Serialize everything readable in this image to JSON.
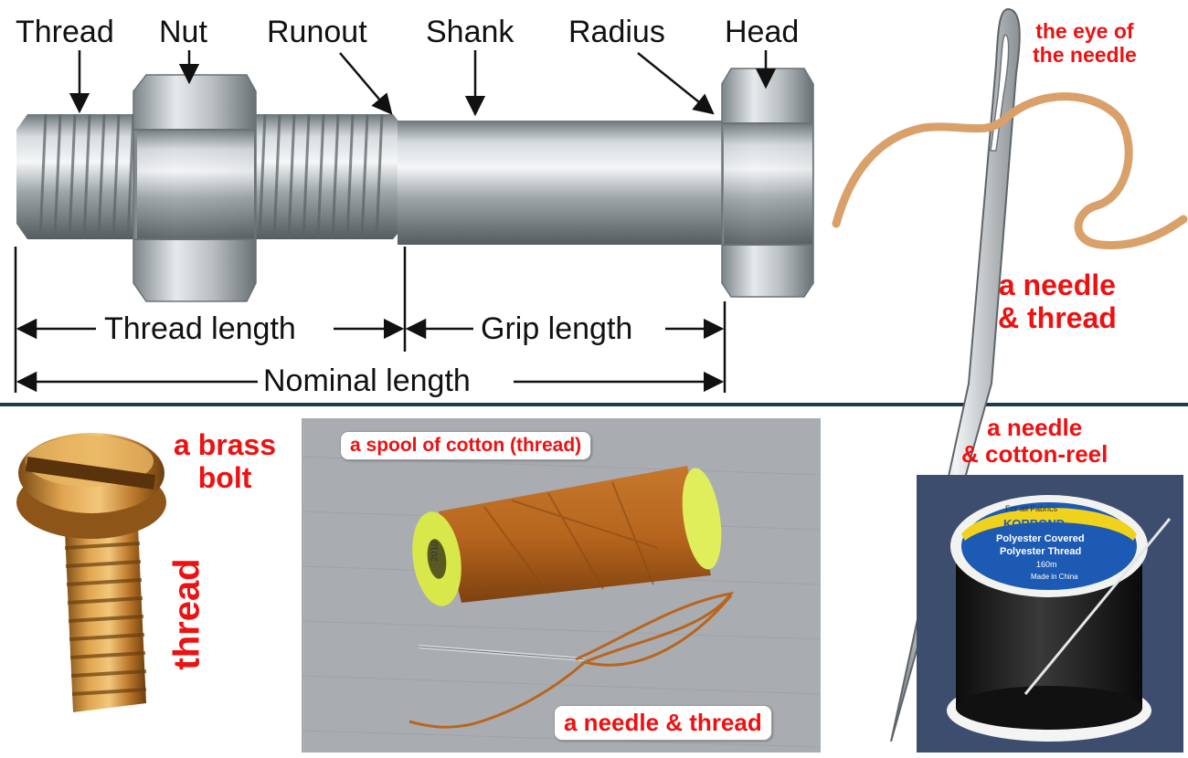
{
  "bolt_diagram": {
    "part_labels": {
      "thread": "Thread",
      "nut": "Nut",
      "runout": "Runout",
      "shank": "Shank",
      "radius": "Radius",
      "head": "Head"
    },
    "dimension_labels": {
      "thread_length": "Thread length",
      "grip_length": "Grip length",
      "nominal_length": "Nominal length"
    }
  },
  "needle_panel": {
    "eye_label": [
      "the eye of",
      "the needle"
    ],
    "caption": [
      "a needle",
      "& thread"
    ]
  },
  "brass_bolt_panel": {
    "caption": [
      "a brass",
      "bolt"
    ],
    "thread_label": "thread"
  },
  "spool_photo": {
    "top_tag": "a spool of cotton (thread)",
    "bottom_tag": "a needle & thread",
    "reel_label_digits": "2010"
  },
  "cotton_reel_panel": {
    "caption": [
      "a needle",
      "& cotton-reel"
    ],
    "reel_label": {
      "top": "For all Fabrics",
      "brand": "KORBOND",
      "line1": "Polyester Covered",
      "line2": "Polyester Thread",
      "size": "160m",
      "origin": "Made in China"
    }
  },
  "colors": {
    "caption_red": "#ee1111",
    "divider": "#1e3a4a",
    "steel": "#9aa2a6",
    "brass": "#c98a3a",
    "cotton": "#b8661e",
    "fabric_gray": "#a9adb1",
    "denim_blue": "#45577a"
  }
}
